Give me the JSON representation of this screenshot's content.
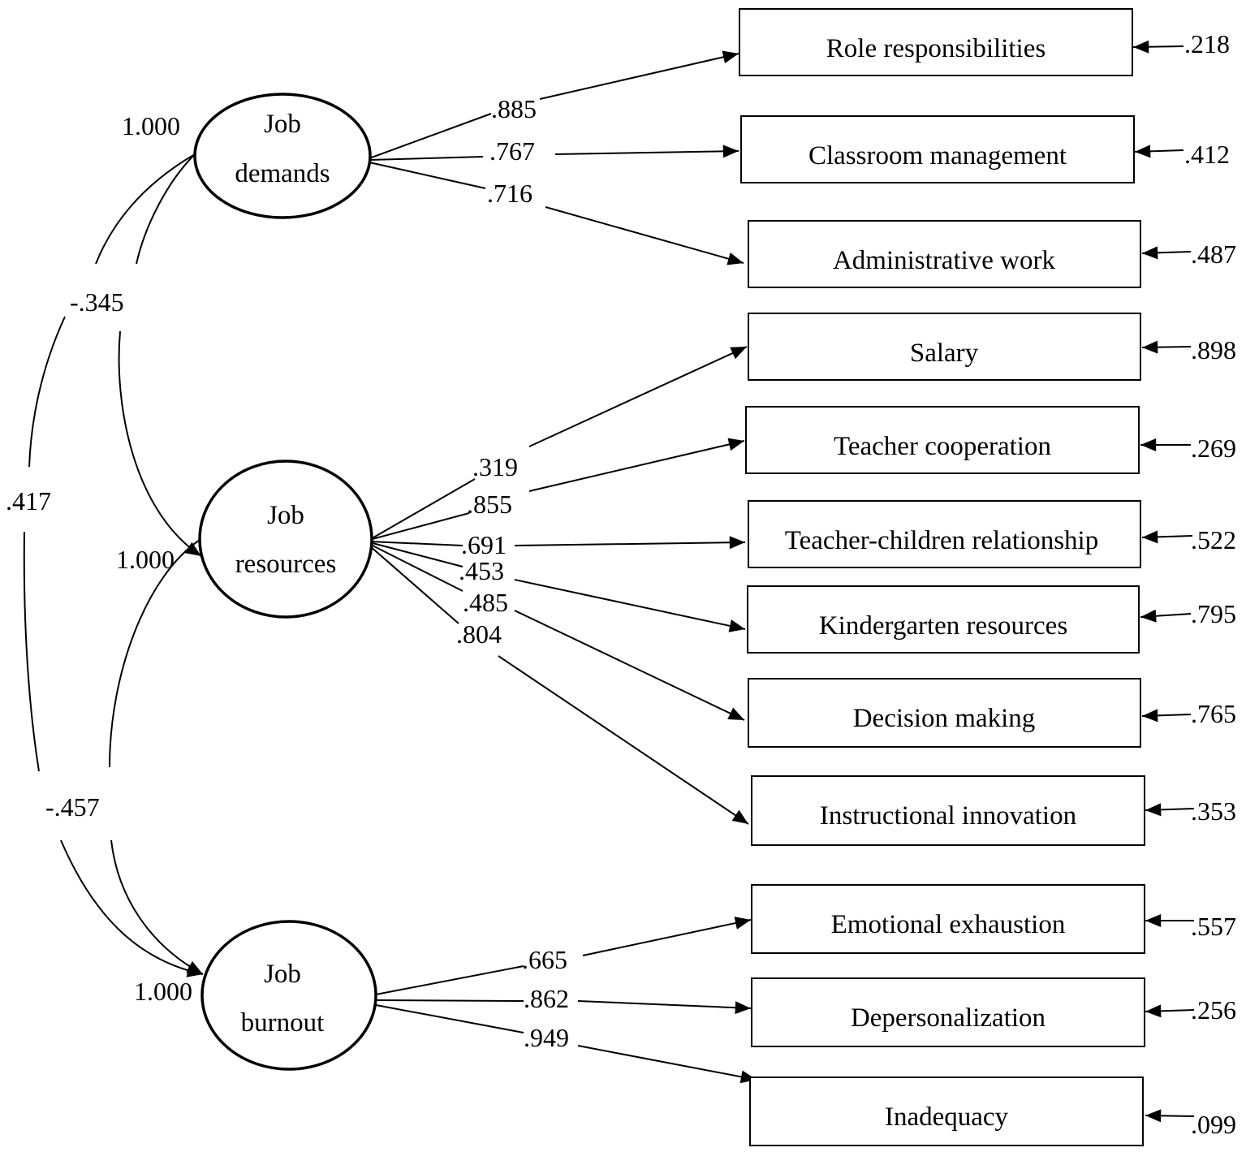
{
  "latent": {
    "demands": {
      "line1": "Job",
      "line2": "demands",
      "variance": "1.000"
    },
    "resources": {
      "line1": "Job",
      "line2": "resources",
      "variance": "1.000"
    },
    "burnout": {
      "line1": "Job",
      "line2": "burnout",
      "variance": "1.000"
    }
  },
  "covariances": {
    "demands_resources": "-.345",
    "demands_burnout": ".417",
    "resources_burnout": "-.457"
  },
  "indicators": [
    {
      "label": "Role responsibilities",
      "loading": ".885",
      "error": ".218"
    },
    {
      "label": "Classroom management",
      "loading": ".767",
      "error": ".412"
    },
    {
      "label": "Administrative work",
      "loading": ".716",
      "error": ".487"
    },
    {
      "label": "Salary",
      "loading": ".319",
      "error": ".898"
    },
    {
      "label": "Teacher cooperation",
      "loading": ".855",
      "error": ".269"
    },
    {
      "label": "Teacher-children relationship",
      "loading": ".691",
      "error": ".522"
    },
    {
      "label": "Kindergarten resources",
      "loading": ".453",
      "error": ".795"
    },
    {
      "label": "Decision making",
      "loading": ".485",
      "error": ".765"
    },
    {
      "label": "Instructional innovation",
      "loading": ".804",
      "error": ".353"
    },
    {
      "label": "Emotional exhaustion",
      "loading": ".665",
      "error": ".557"
    },
    {
      "label": "Depersonalization",
      "loading": ".862",
      "error": ".256"
    },
    {
      "label": "Inadequacy",
      "loading": ".949",
      "error": ".099"
    }
  ]
}
